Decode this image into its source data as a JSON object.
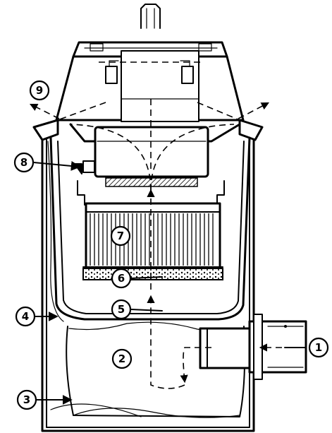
{
  "callouts": [
    {
      "id": "1",
      "label": "1"
    },
    {
      "id": "2",
      "label": "2"
    },
    {
      "id": "3",
      "label": "3"
    },
    {
      "id": "4",
      "label": "4"
    },
    {
      "id": "5",
      "label": "5"
    },
    {
      "id": "6",
      "label": "6"
    },
    {
      "id": "7",
      "label": "7"
    },
    {
      "id": "8",
      "label": "8"
    },
    {
      "id": "9",
      "label": "9"
    }
  ],
  "colors": {
    "ink": "#000000",
    "paper": "#ffffff"
  }
}
